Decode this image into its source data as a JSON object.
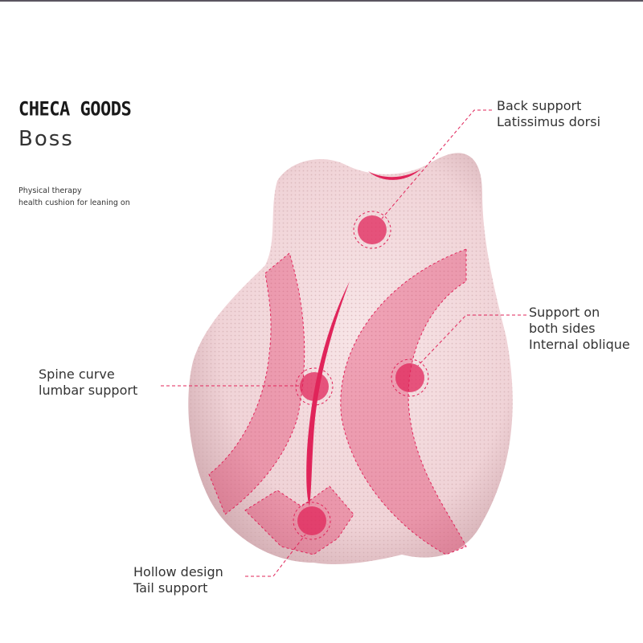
{
  "brand": {
    "name": "CHECA GOODS",
    "model": "Boss"
  },
  "tagline": {
    "line1": "Physical therapy",
    "line2": "health cushion for leaning on"
  },
  "callouts": {
    "back": {
      "line1": "Back support",
      "line2": "Latissimus dorsi"
    },
    "sides": {
      "line1": "Support on",
      "line2": "both sides",
      "line3": "Internal oblique"
    },
    "spine": {
      "line1": "Spine curve",
      "line2": "lumbar support"
    },
    "tail": {
      "line1": "Hollow design",
      "line2": "Tail support"
    }
  },
  "colors": {
    "accent": "#e0245a",
    "cushion": "#f3dcdf",
    "zone": "#e88ea3"
  }
}
